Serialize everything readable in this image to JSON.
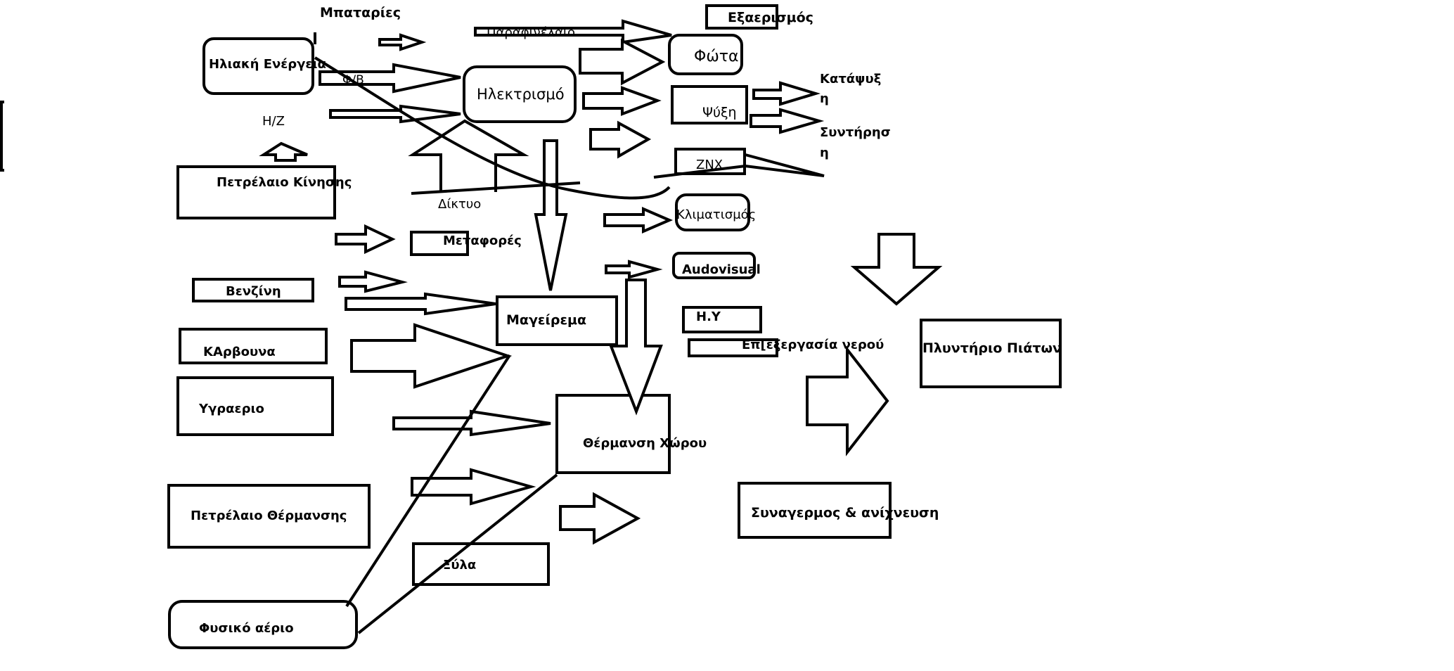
{
  "colors": {
    "stroke": "#000000",
    "background": "#ffffff"
  },
  "labels": {
    "batteries": "Μπαταρίες",
    "solar": "Ηλιακή Ενέργεια",
    "pv": "Φ/Β",
    "hz": "Η/Ζ",
    "oil_motion": "Πετρέλαιο Κίνησης",
    "grid": "Δίκτυο",
    "transport": "Μεταφορές",
    "petrol": "Βενζίνη",
    "coal": "ΚΑρβουνα",
    "lpg": "Υγραεριο",
    "heating_oil": "Πετρέλαιο Θέρμανσης",
    "wood": "Ξύλα",
    "natural_gas": "Φυσικό αέριο",
    "fireplace": "Παραφινέλαιο",
    "electricity": "Ηλεκτρισμό",
    "cooking": "Μαγείρεμα",
    "space_heating": "Θέρμανση Χώρου",
    "ventilation": "Εξαερισμός",
    "lights": "Φώτα",
    "cooling": "Ψύξη",
    "freezer": "Κατάψυξη",
    "preservation": "Συντήρηση",
    "dhw": "ΖΝΧ",
    "aircon": "Κλιματισμός",
    "audiovisual": "Audovisual",
    "pc": "Η.Υ",
    "water_processing": "Επ[εξεργασία νερού",
    "dishwasher": "Πλυντήριο Πιάτων",
    "alarm": "Συναγερμος & ανίχνευση"
  }
}
